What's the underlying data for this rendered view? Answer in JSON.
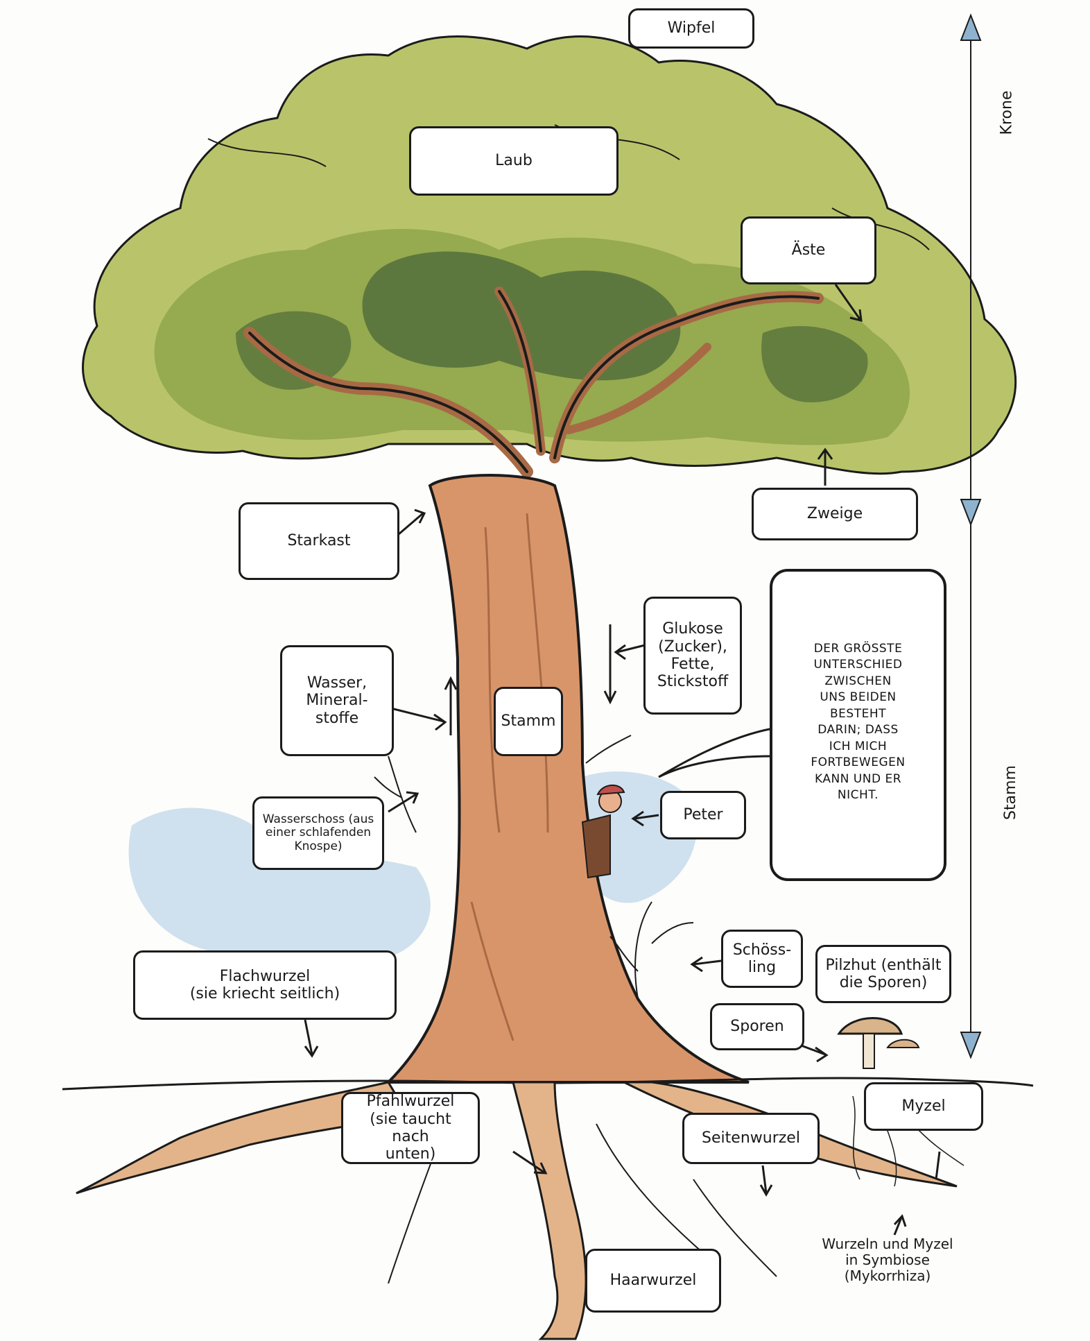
{
  "labels": {
    "wipfel": "Wipfel",
    "laub": "Laub",
    "aeste": "Äste",
    "zweige": "Zweige",
    "starkast": "Starkast",
    "wasser": [
      "Wasser,",
      "Mineral-",
      "stoffe"
    ],
    "stamm_box": "Stamm",
    "glukose": [
      "Glukose",
      "(Zucker),",
      "Fette,",
      "Stickstoff"
    ],
    "peter": "Peter",
    "wasserschoss": [
      "Wasserschoss (aus",
      "einer schlafenden",
      "Knospe)"
    ],
    "flachwurzel": [
      "Flachwurzel",
      "(sie kriecht seitlich)"
    ],
    "schoessling": [
      "Schöss-",
      "ling"
    ],
    "pilzhut": [
      "Pilzhut (enthält",
      "die Sporen)"
    ],
    "sporen": "Sporen",
    "pfahlwurzel": [
      "Pfahlwurzel",
      "(sie taucht nach",
      "unten)"
    ],
    "seitenwurzel": "Seitenwurzel",
    "myzel": "Myzel",
    "haarwurzel": "Haarwurzel",
    "mykorrhiza": [
      "Wurzeln und Myzel",
      "in Symbiose",
      "(Mykorrhiza)"
    ]
  },
  "speech": [
    "Der grösste",
    "Unterschied",
    "zwischen",
    "uns beiden",
    "besteht",
    "darin; dass",
    "ich mich",
    "fortbewegen",
    "kann und er",
    "nicht."
  ],
  "side_axis": {
    "krone": "Krone",
    "stamm": "Stamm"
  },
  "colors": {
    "foliage_light": "#b9c46a",
    "foliage_mid": "#8fa64a",
    "foliage_dark": "#4f6b3a",
    "trunk": "#d9956a",
    "trunk_dark": "#a86a45",
    "root": "#e3b48a",
    "sky_wash": "#a9c9e3",
    "arrow_blue": "#8fb3cf",
    "ink": "#1b1b1b"
  }
}
